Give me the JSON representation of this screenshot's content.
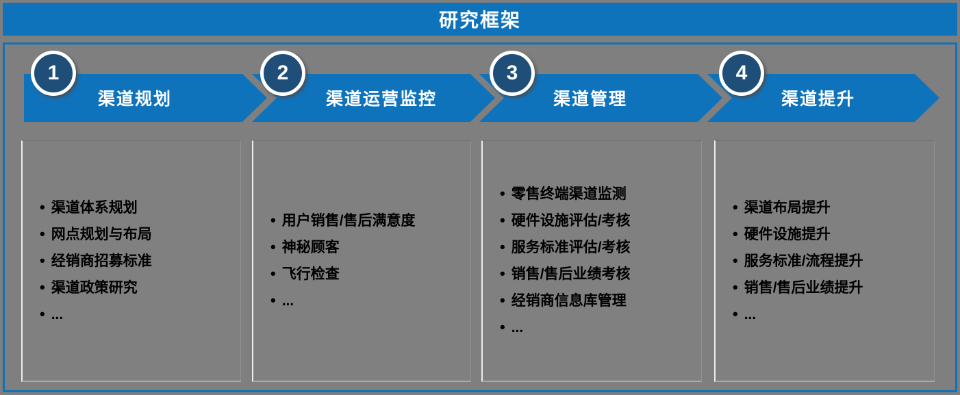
{
  "title": "研究框架",
  "colors": {
    "accent_blue": "#0F73BC",
    "dark_blue": "#1F4E79",
    "background_gray": "#7F7F7F",
    "bullet_text": "#000000",
    "title_text": "#FFFFFF"
  },
  "steps": [
    {
      "number": "1",
      "title": "渠道规划",
      "items": [
        "渠道体系规划",
        "网点规划与布局",
        "经销商招募标准",
        "渠道政策研究",
        "..."
      ]
    },
    {
      "number": "2",
      "title": "渠道运营监控",
      "items": [
        "用户销售/售后满意度",
        "神秘顾客",
        "飞行检查",
        "..."
      ]
    },
    {
      "number": "3",
      "title": "渠道管理",
      "items": [
        "零售终端渠道监测",
        "硬件设施评估/考核",
        "服务标准评估/考核",
        "销售/售后业绩考核",
        "经销商信息库管理",
        "..."
      ]
    },
    {
      "number": "4",
      "title": "渠道提升",
      "items": [
        "渠道布局提升",
        "硬件设施提升",
        "服务标准/流程提升",
        "销售/售后业绩提升",
        "..."
      ]
    }
  ]
}
